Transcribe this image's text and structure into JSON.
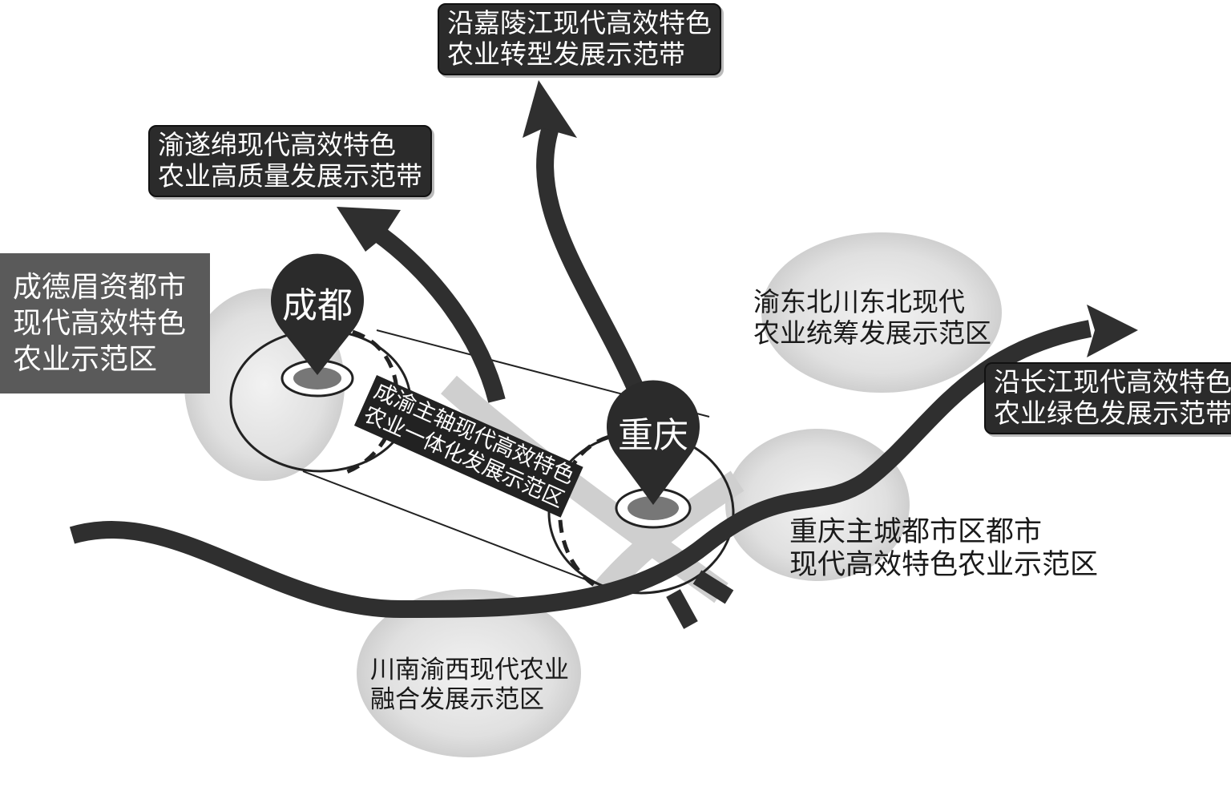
{
  "labels": {
    "jialing": [
      "沿嘉陵江现代高效特色",
      "农业转型发展示范带"
    ],
    "yusui": [
      "渝遂绵现代高效特色",
      "农业高质量发展示范带"
    ],
    "chengdemei": [
      "成德眉资都市",
      "现代高效特色",
      "农业示范区"
    ],
    "yudongbei": [
      "渝东北川东北现代",
      "农业统筹发展示范区"
    ],
    "changjiang": [
      "沿长江现代高效特色",
      "农业绿色发展示范带"
    ],
    "chengyu_axis": [
      "成渝主轴现代高效特色",
      "农业一体化发展示范区"
    ],
    "chongqing_main": [
      "重庆主城都市区都市",
      "现代高效特色农业示范区"
    ],
    "chuannan": [
      "川南渝西现代农业",
      "融合发展示范区"
    ]
  },
  "pins": {
    "chengdu": "成都",
    "chongqing": "重庆"
  },
  "colors": {
    "band": "#2f2f2f",
    "pin": "#2b2b2b",
    "ellipse": "#d9d9d9",
    "dot": "#777777"
  }
}
